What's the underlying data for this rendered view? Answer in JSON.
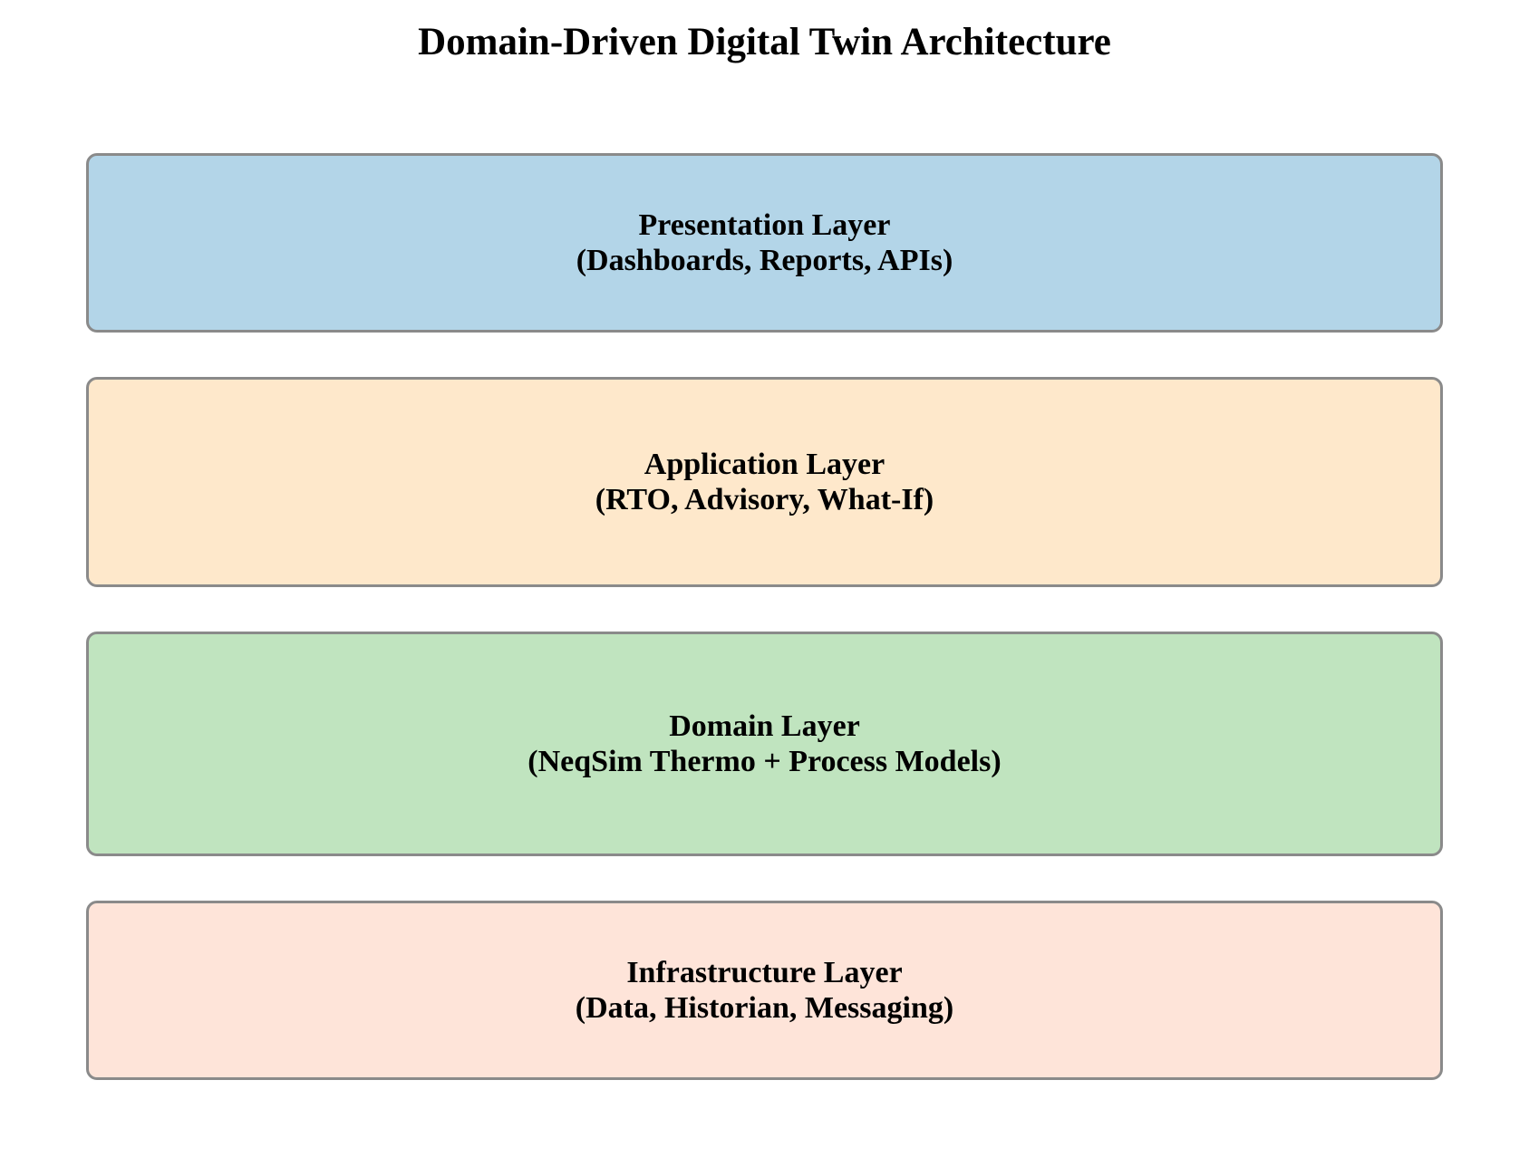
{
  "diagram": {
    "title": "Domain-Driven Digital Twin Architecture",
    "layers": [
      {
        "name": "Presentation Layer",
        "description": "(Dashboards, Reports, APIs)",
        "color": "#b3d5e8"
      },
      {
        "name": "Application Layer",
        "description": "(RTO, Advisory, What-If)",
        "color": "#fee8cb"
      },
      {
        "name": "Domain Layer",
        "description": "(NeqSim Thermo + Process Models)",
        "color": "#c0e4bf"
      },
      {
        "name": "Infrastructure Layer",
        "description": "(Data, Historian, Messaging)",
        "color": "#fee4d9"
      }
    ],
    "border_color": "#8a8a8a"
  }
}
